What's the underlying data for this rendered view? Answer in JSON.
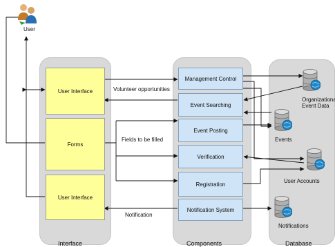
{
  "user": {
    "label": "User"
  },
  "lanes": {
    "interface": "Interface",
    "components": "Components",
    "database": "Database"
  },
  "interface_boxes": {
    "top": "User Interface",
    "middle": "Forms",
    "bottom": "User Interface"
  },
  "component_boxes": {
    "management": "Management Control",
    "searching": "Event Searching",
    "posting": "Event Posting",
    "verification": "Verification",
    "registration": "Registration",
    "notification": "Notification System"
  },
  "flow_labels": {
    "volunteer": "Volunteer opportunities",
    "fields": "Fields to be filled",
    "notification": "Notification"
  },
  "databases": {
    "org_line1": "Organizational",
    "org_line2": "Event Data",
    "events": "Events",
    "user_accounts": "User Accounts",
    "notifications": "Notifications"
  },
  "colors": {
    "interface_box": "#ffff9a",
    "component_box": "#cfe4f6",
    "lane": "#d9d9d9"
  }
}
